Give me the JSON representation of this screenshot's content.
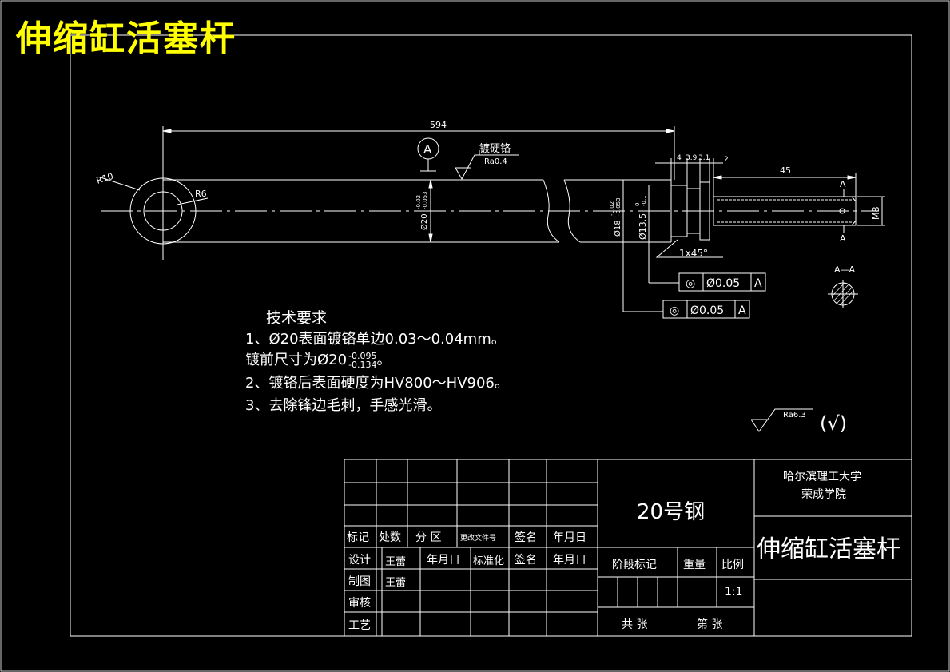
{
  "title_banner": "伸缩缸活塞杆",
  "colors": {
    "background": "#000000",
    "lines": "#ffffff",
    "banner": "#ffff00"
  },
  "dims": {
    "total_length": "594",
    "r10": "R10",
    "r6": "R6",
    "d20": "Ø20",
    "d20_tol_upper": "-0.02",
    "d20_tol_lower": "-0.053",
    "d18": "Ø18",
    "d18_tol_upper": "-0.02",
    "d18_tol_lower": "-0.053",
    "d13": "Ø13.5",
    "d13_tol_upper": "0",
    "d13_tol_lower": "-0.1",
    "groove_4": "4",
    "groove_39": "3.9",
    "groove_31": "3.1",
    "groove_2": "2",
    "thread_len": "45",
    "thread": "M8",
    "chamfer": "1x45°",
    "section_a_top": "A",
    "section_a_bottom": "A",
    "section_label": "A—A",
    "datum": "A"
  },
  "annotations": {
    "plating": "镀硬铬",
    "roughness_rod": "Ra0.4",
    "roughness_general": "Ra6.3",
    "roughness_check": "(√)"
  },
  "tolerance_frames": [
    {
      "symbol": "◎",
      "value": "Ø0.05",
      "datum": "A"
    },
    {
      "symbol": "◎",
      "value": "Ø0.05",
      "datum": "A"
    }
  ],
  "tech_requirements": {
    "title": "技术要求",
    "line1": "1、Ø20表面镀铬单边0.03～0.04mm。",
    "line2_prefix": "镀前尺寸为Ø20",
    "line2_tol_upper": "-0.095",
    "line2_tol_lower": "-0.134",
    "line2_suffix": "。",
    "line3": "2、镀铬后表面硬度为HV800～HV906。",
    "line4": "3、去除锋边毛刺，手感光滑。"
  },
  "title_block": {
    "row_biaoji": [
      "标记",
      "处数",
      "分 区",
      "更改文件号",
      "签名",
      "年月日"
    ],
    "row_sheji": [
      "设计",
      "王蕾",
      "年月日",
      "标准化",
      "签名",
      "年月日"
    ],
    "row_zhitu": [
      "制图",
      "王蕾"
    ],
    "row_shenhe": [
      "审核"
    ],
    "row_gongyi": [
      "工艺"
    ],
    "material": "20号钢",
    "stage_mark": "阶段标记",
    "weight": "重量",
    "scale_label": "比例",
    "scale_value": "1:1",
    "sheets_total": "共 张",
    "sheet_no": "第 张",
    "school_line1": "哈尔滨理工大学",
    "school_line2": "荣成学院",
    "part_name": "伸缩缸活塞杆"
  }
}
